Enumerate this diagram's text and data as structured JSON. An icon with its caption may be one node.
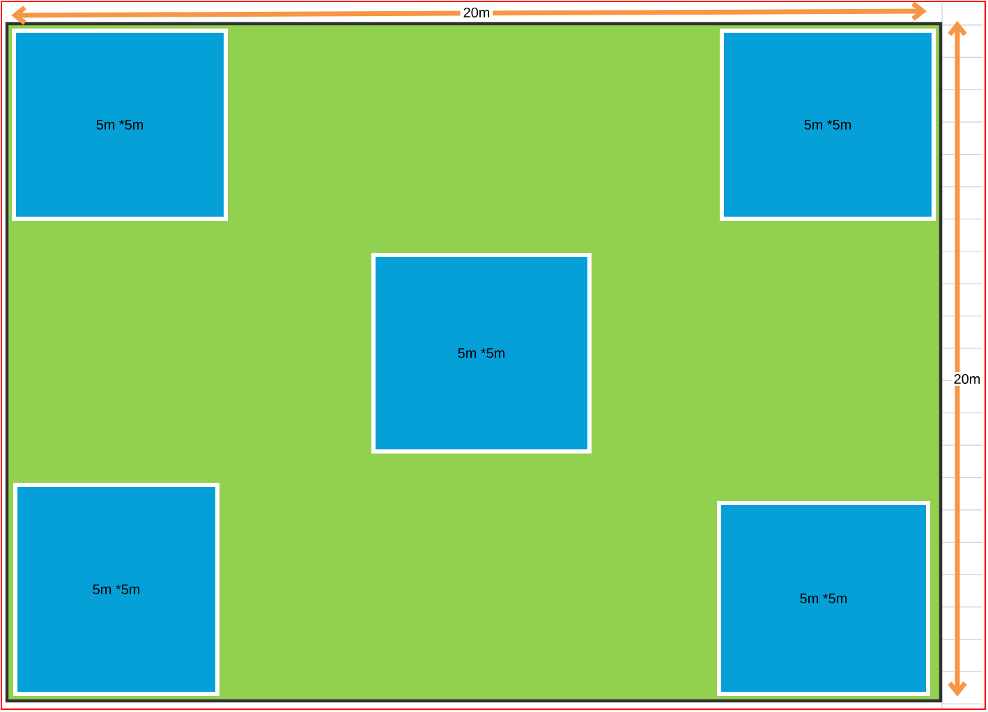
{
  "diagram": {
    "nodes": [
      {
        "text": [],
        "shape": "box"
      },
      {
        "text": [
          "5m *5m"
        ],
        "in": 0
      },
      {
        "text": [
          "5m *5m"
        ],
        "in": 0
      },
      {
        "text": [
          "5m *5m"
        ],
        "in": 0
      },
      {
        "text": [
          "5m *5m"
        ],
        "in": 0
      },
      {
        "text": [
          "5m *5m"
        ],
        "in": 0
      }
    ],
    "labels": [
      "20m",
      "20m"
    ]
  }
}
